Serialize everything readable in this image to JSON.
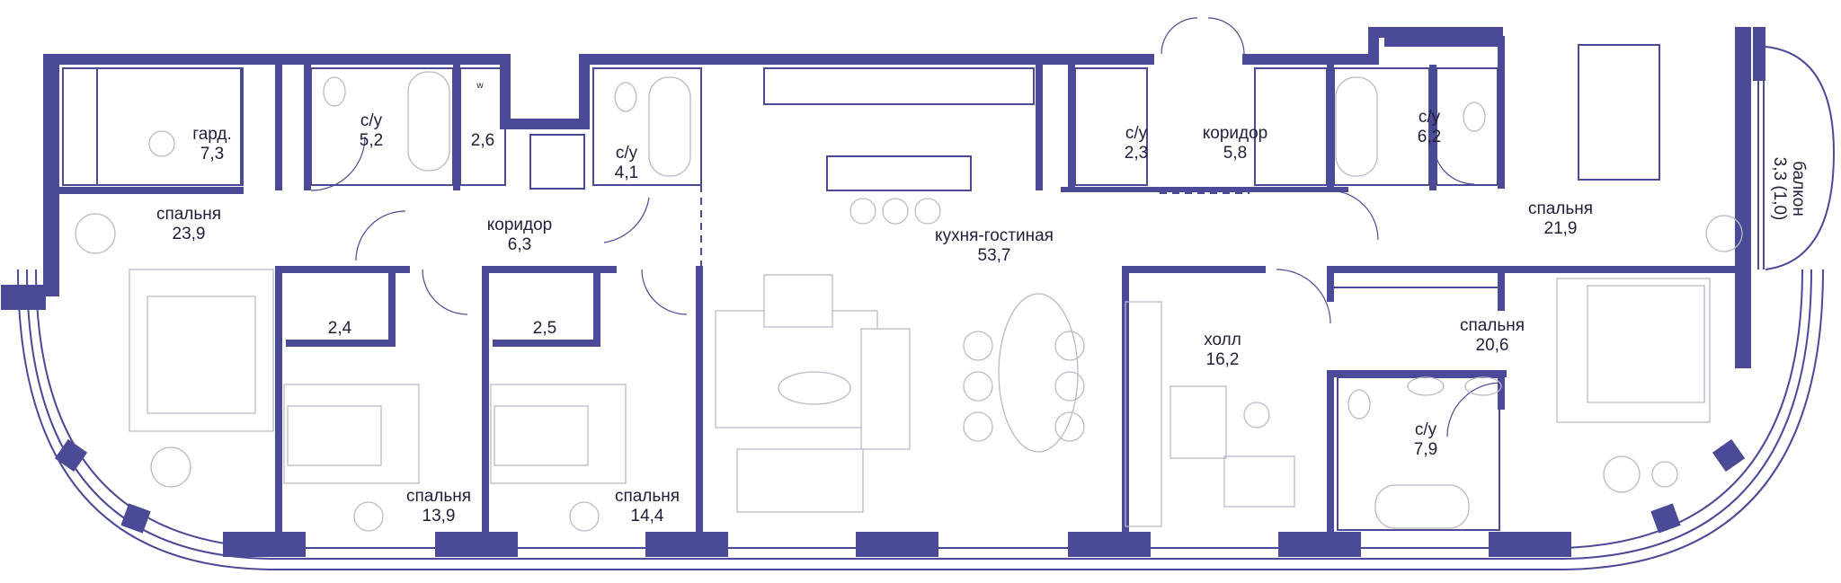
{
  "plan": {
    "rooms": [
      {
        "id": "gard",
        "name": "гард.",
        "area": "7,3"
      },
      {
        "id": "su1",
        "name": "с/у",
        "area": "5,2"
      },
      {
        "id": "storage1",
        "name": "",
        "area": "2,6"
      },
      {
        "id": "su2",
        "name": "с/у",
        "area": "4,1"
      },
      {
        "id": "bed1",
        "name": "спальня",
        "area": "23,9"
      },
      {
        "id": "corr1",
        "name": "коридор",
        "area": "6,3"
      },
      {
        "id": "kitchen",
        "name": "кухня-гостиная",
        "area": "53,7"
      },
      {
        "id": "su3",
        "name": "с/у",
        "area": "2,3"
      },
      {
        "id": "corr2",
        "name": "коридор",
        "area": "5,8"
      },
      {
        "id": "su4",
        "name": "с/у",
        "area": "6,2"
      },
      {
        "id": "bed2",
        "name": "спальня",
        "area": "21,9"
      },
      {
        "id": "closet1",
        "name": "",
        "area": "2,4"
      },
      {
        "id": "closet2",
        "name": "",
        "area": "2,5"
      },
      {
        "id": "hall",
        "name": "холл",
        "area": "16,2"
      },
      {
        "id": "bed3",
        "name": "спальня",
        "area": "20,6"
      },
      {
        "id": "su5",
        "name": "с/у",
        "area": "7,9"
      },
      {
        "id": "bed4",
        "name": "спальня",
        "area": "13,9"
      },
      {
        "id": "bed5",
        "name": "спальня",
        "area": "14,4"
      }
    ],
    "balcony": {
      "label": "балкон",
      "area": "3,3 (1,0)"
    },
    "accent_color": "#4a4a96",
    "small_mark": "w"
  }
}
